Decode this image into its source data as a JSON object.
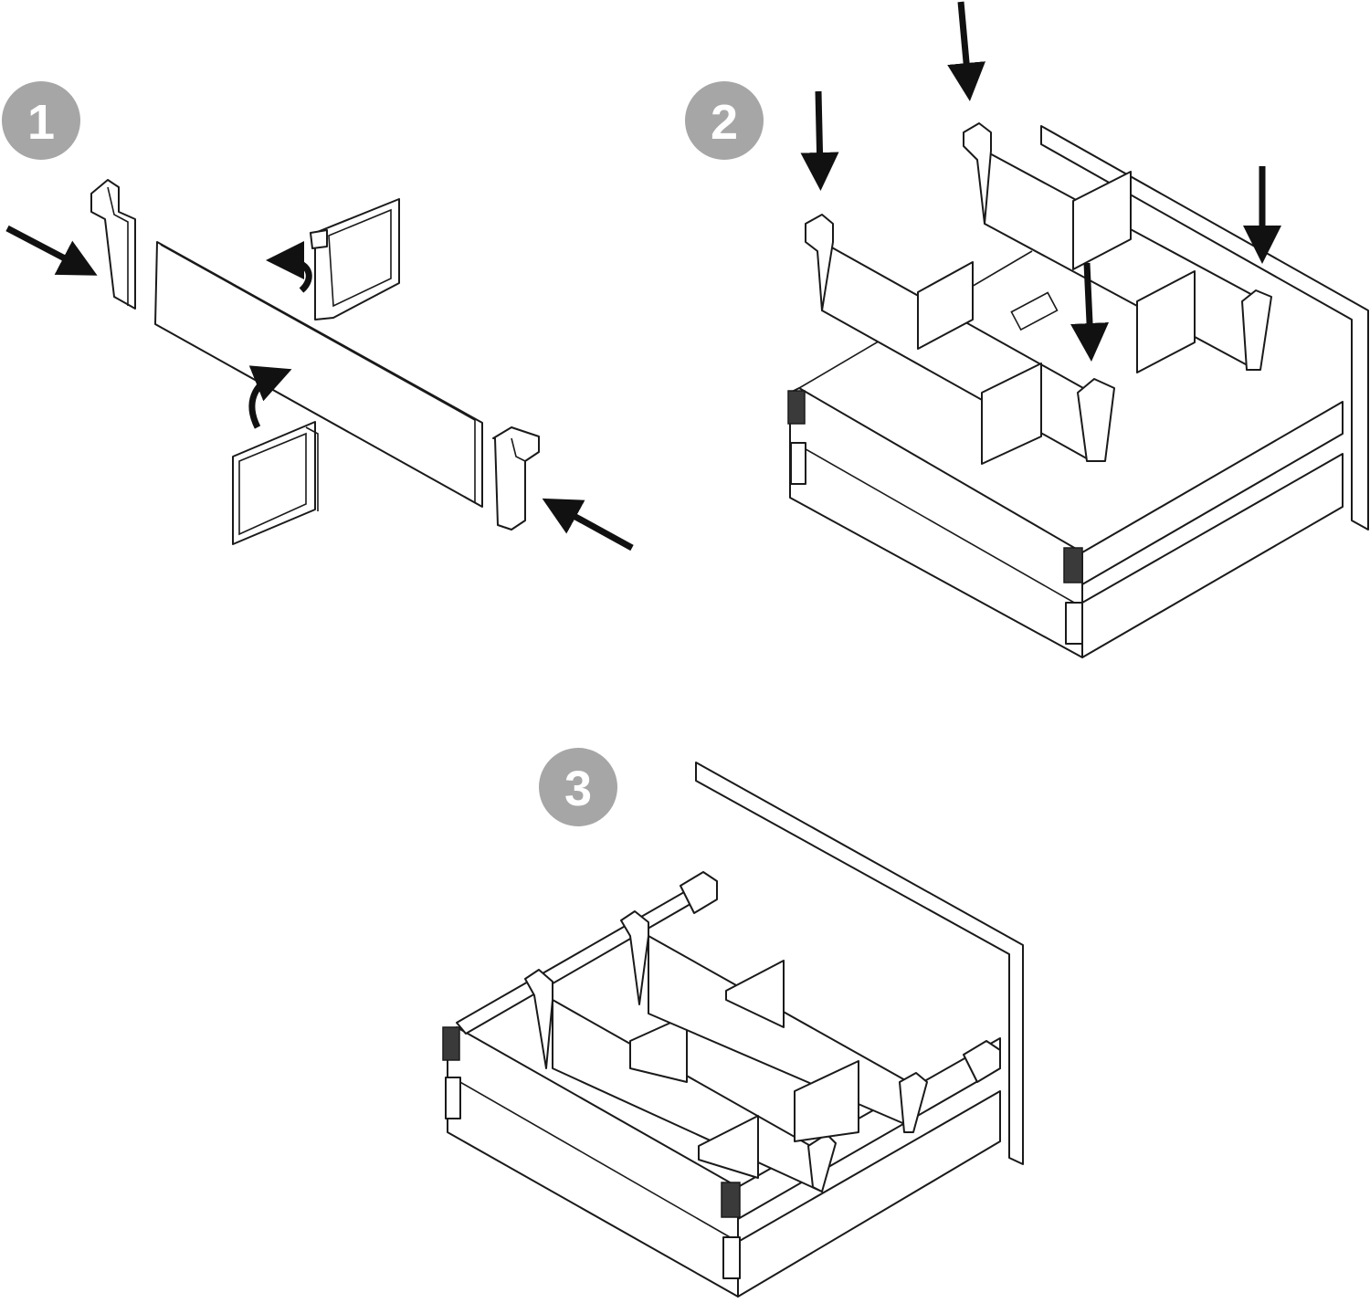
{
  "steps": [
    {
      "label": "1"
    },
    {
      "label": "2"
    },
    {
      "label": "3"
    }
  ],
  "colors": {
    "badge": "#a6a6a6",
    "line": "#1a1a1a",
    "arrow": "#111111"
  }
}
